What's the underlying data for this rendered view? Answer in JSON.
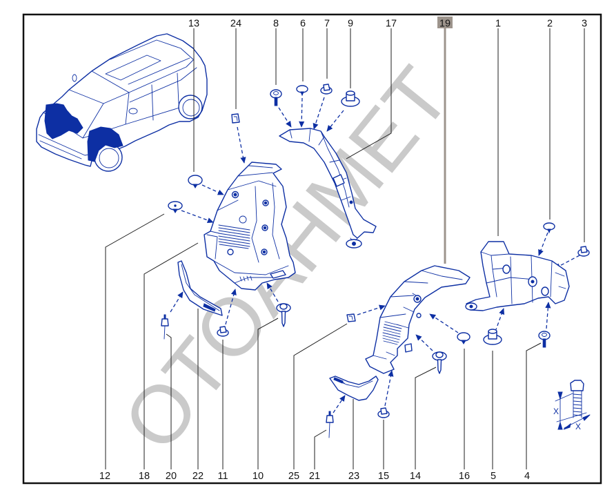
{
  "diagram": {
    "watermark": "OTOAHMET",
    "highlighted_callout": "19",
    "callouts": {
      "top": [
        "13",
        "24",
        "8",
        "6",
        "7",
        "9",
        "17",
        "19",
        "1",
        "2",
        "3"
      ],
      "bottom": [
        "12",
        "18",
        "20",
        "22",
        "11",
        "10",
        "25",
        "21",
        "23",
        "15",
        "14",
        "16",
        "5",
        "4"
      ]
    },
    "dimension_detail": {
      "labels": [
        "X",
        "X"
      ]
    }
  },
  "colors": {
    "line_art": "#0d2fa3",
    "leader_line": "#1c1c1c",
    "highlight_background": "#9d948c",
    "watermark": "#cacaca",
    "frame": "#111111"
  }
}
